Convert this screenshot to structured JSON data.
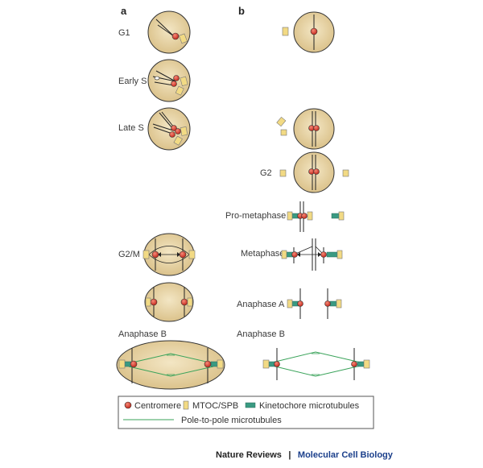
{
  "panels": {
    "a": "a",
    "b": "b"
  },
  "stages_a": {
    "g1": "G1",
    "early_s": "Early S",
    "late_s": "Late S",
    "g2m": "G2/M",
    "anaphase_b": "Anaphase B"
  },
  "stages_b": {
    "g2": "G2",
    "prometaphase": "Pro-metaphase",
    "metaphase": "Metaphase",
    "anaphase_a": "Anaphase A",
    "anaphase_b": "Anaphase B"
  },
  "legend": {
    "centromere": "Centromere",
    "mtoc": "MTOC/SPB",
    "kinetochore_mt": "Kinetochore microtubules",
    "pole_mt": "Pole-to-pole microtubules"
  },
  "credit": {
    "journal": "Nature Reviews",
    "separator": "|",
    "subject": "Molecular Cell Biology"
  },
  "colors": {
    "nucleus": "#e6d2a2",
    "centromere": "#d93a2b",
    "mtoc": "#f2da84",
    "kinetochore_mt": "#3a9a82",
    "pole_mt": "#3aa35a"
  }
}
